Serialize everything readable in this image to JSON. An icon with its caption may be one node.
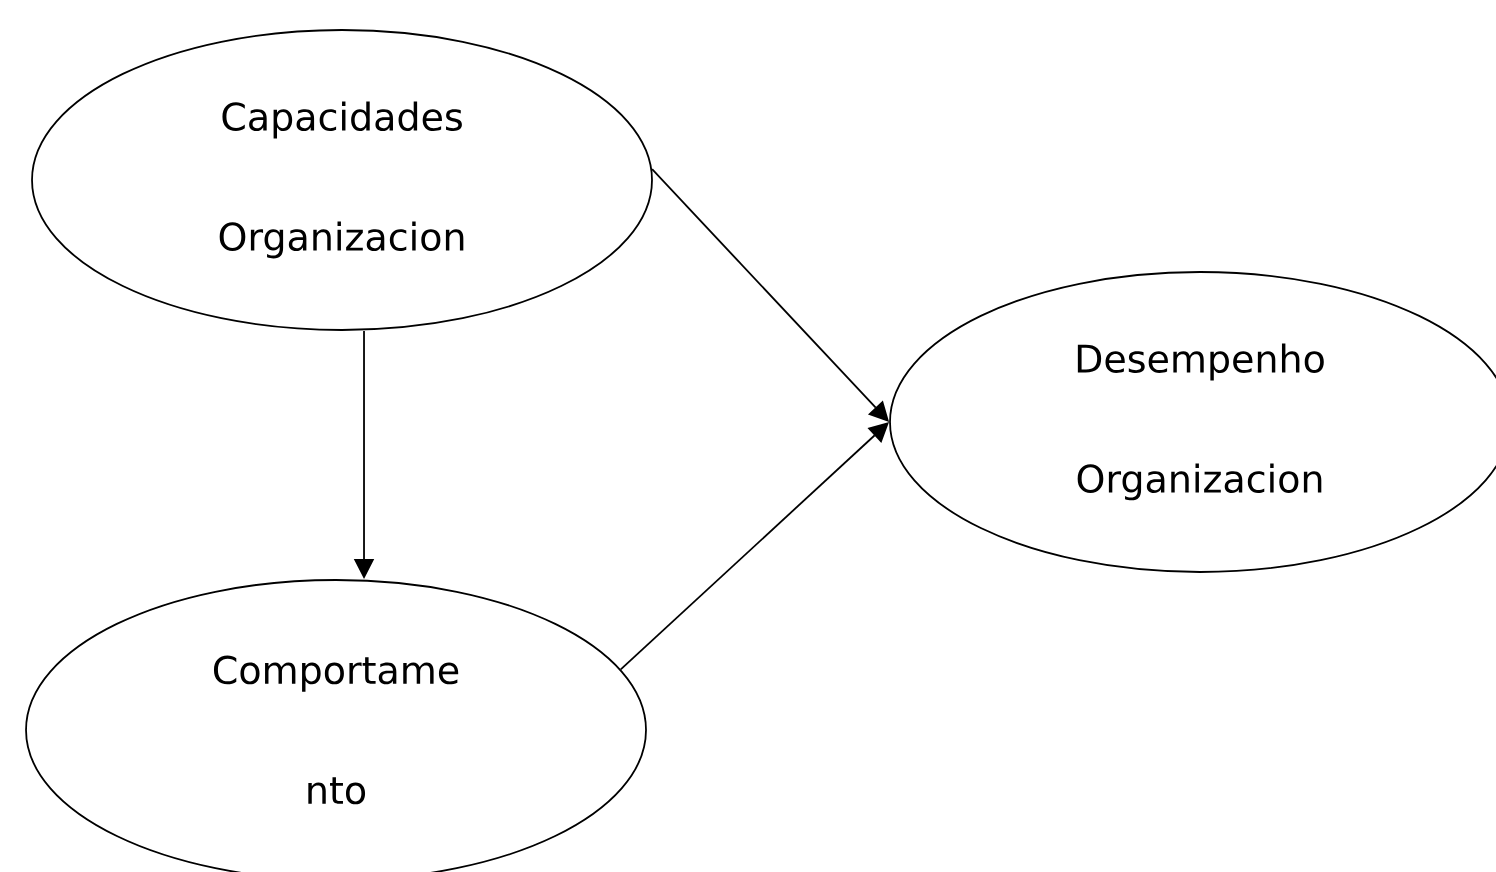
{
  "diagram": {
    "nodes": [
      {
        "text": [
          "Capacidades Organizacion"
        ]
      },
      {
        "text": [
          "Comportame nto"
        ]
      },
      {
        "text": [
          "Desempenho Organizacion"
        ]
      }
    ],
    "edges": [
      {
        "from": 0,
        "to": 1,
        "arrow": "to"
      },
      {
        "from": 0,
        "to": 2,
        "arrow": "to"
      },
      {
        "from": 1,
        "to": 2,
        "arrow": "to"
      }
    ]
  }
}
